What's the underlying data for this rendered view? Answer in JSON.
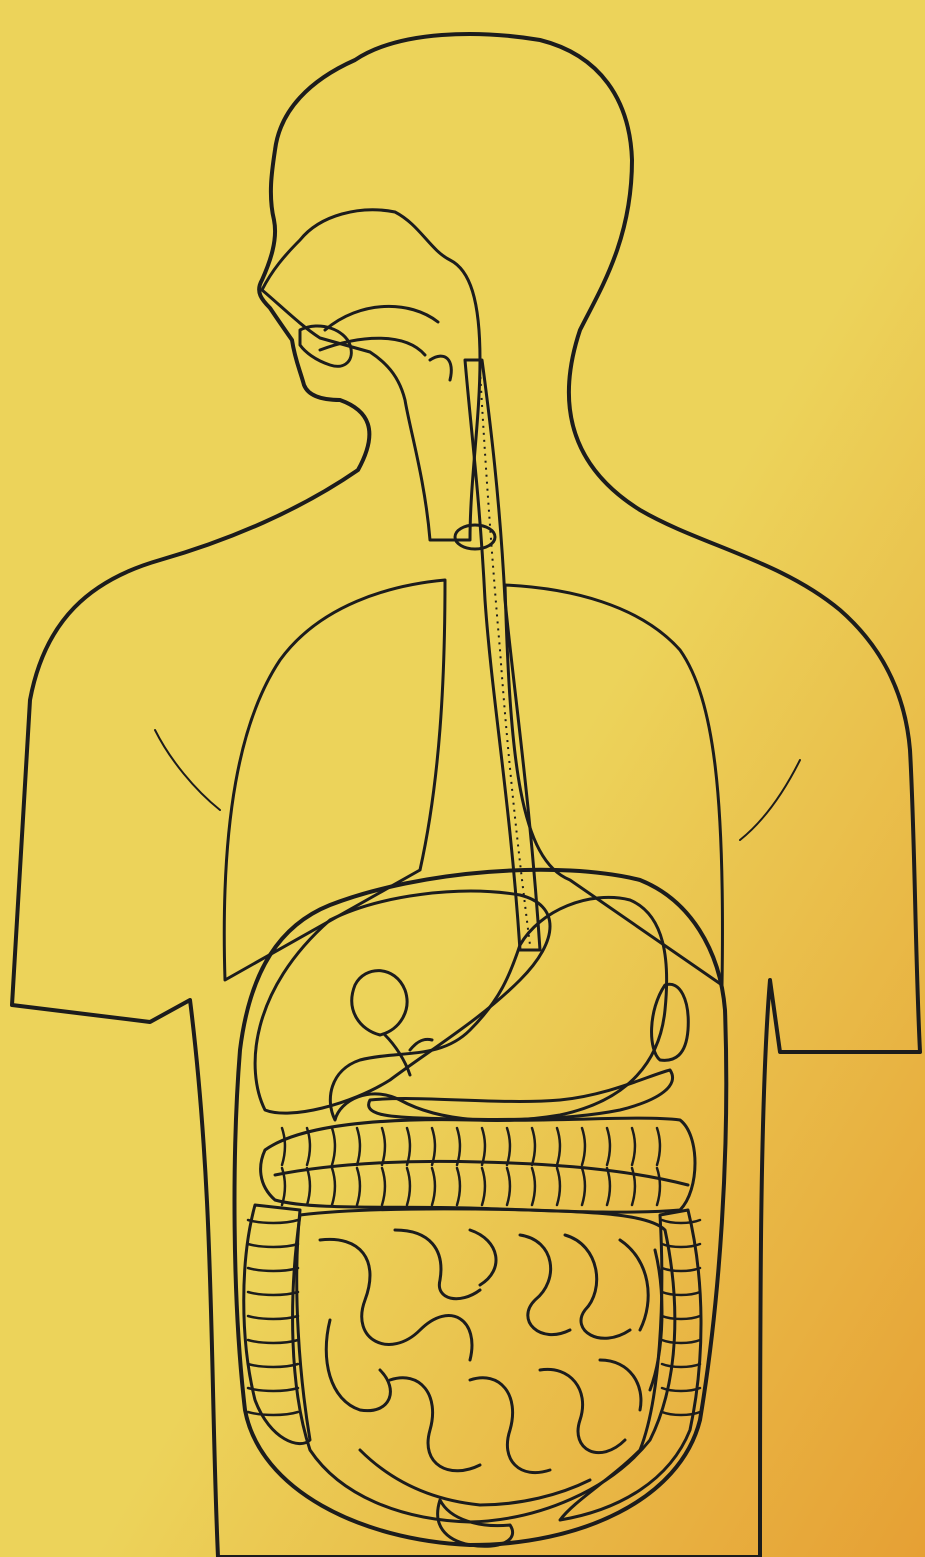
{
  "diagram": {
    "kind": "digestive-system-illustration",
    "labels": [],
    "colors": {
      "background_light": "#ecd35a",
      "background_dark": "#e6a034",
      "body_fill": "#eef4f3",
      "airway_fill": "#b9d8e4",
      "oesophagus_fill": "#9fcfd6",
      "lung_fill": "#f0cfe0",
      "abdomen_fill": "#b8d2e6",
      "large_intestine_fill": "#aeb9ea",
      "small_intestine_fill": "#9fc04c",
      "stomach_fill": "#a9c64e",
      "liver_fill": "#b8d2e6",
      "pancreas_fill": "#f2ea2a",
      "spleen_fill": "#f2ea2a",
      "outline": "#1c1c1c"
    },
    "organs": [
      "head-and-neck",
      "nasal-cavity",
      "mouth",
      "pharynx",
      "oesophagus",
      "trachea-ring",
      "left-lung",
      "right-lung",
      "diaphragm",
      "liver",
      "gall-bladder",
      "stomach",
      "duodenum",
      "pancreas",
      "spleen",
      "transverse-colon",
      "ascending-colon",
      "descending-colon",
      "small-intestine",
      "rectum"
    ]
  }
}
